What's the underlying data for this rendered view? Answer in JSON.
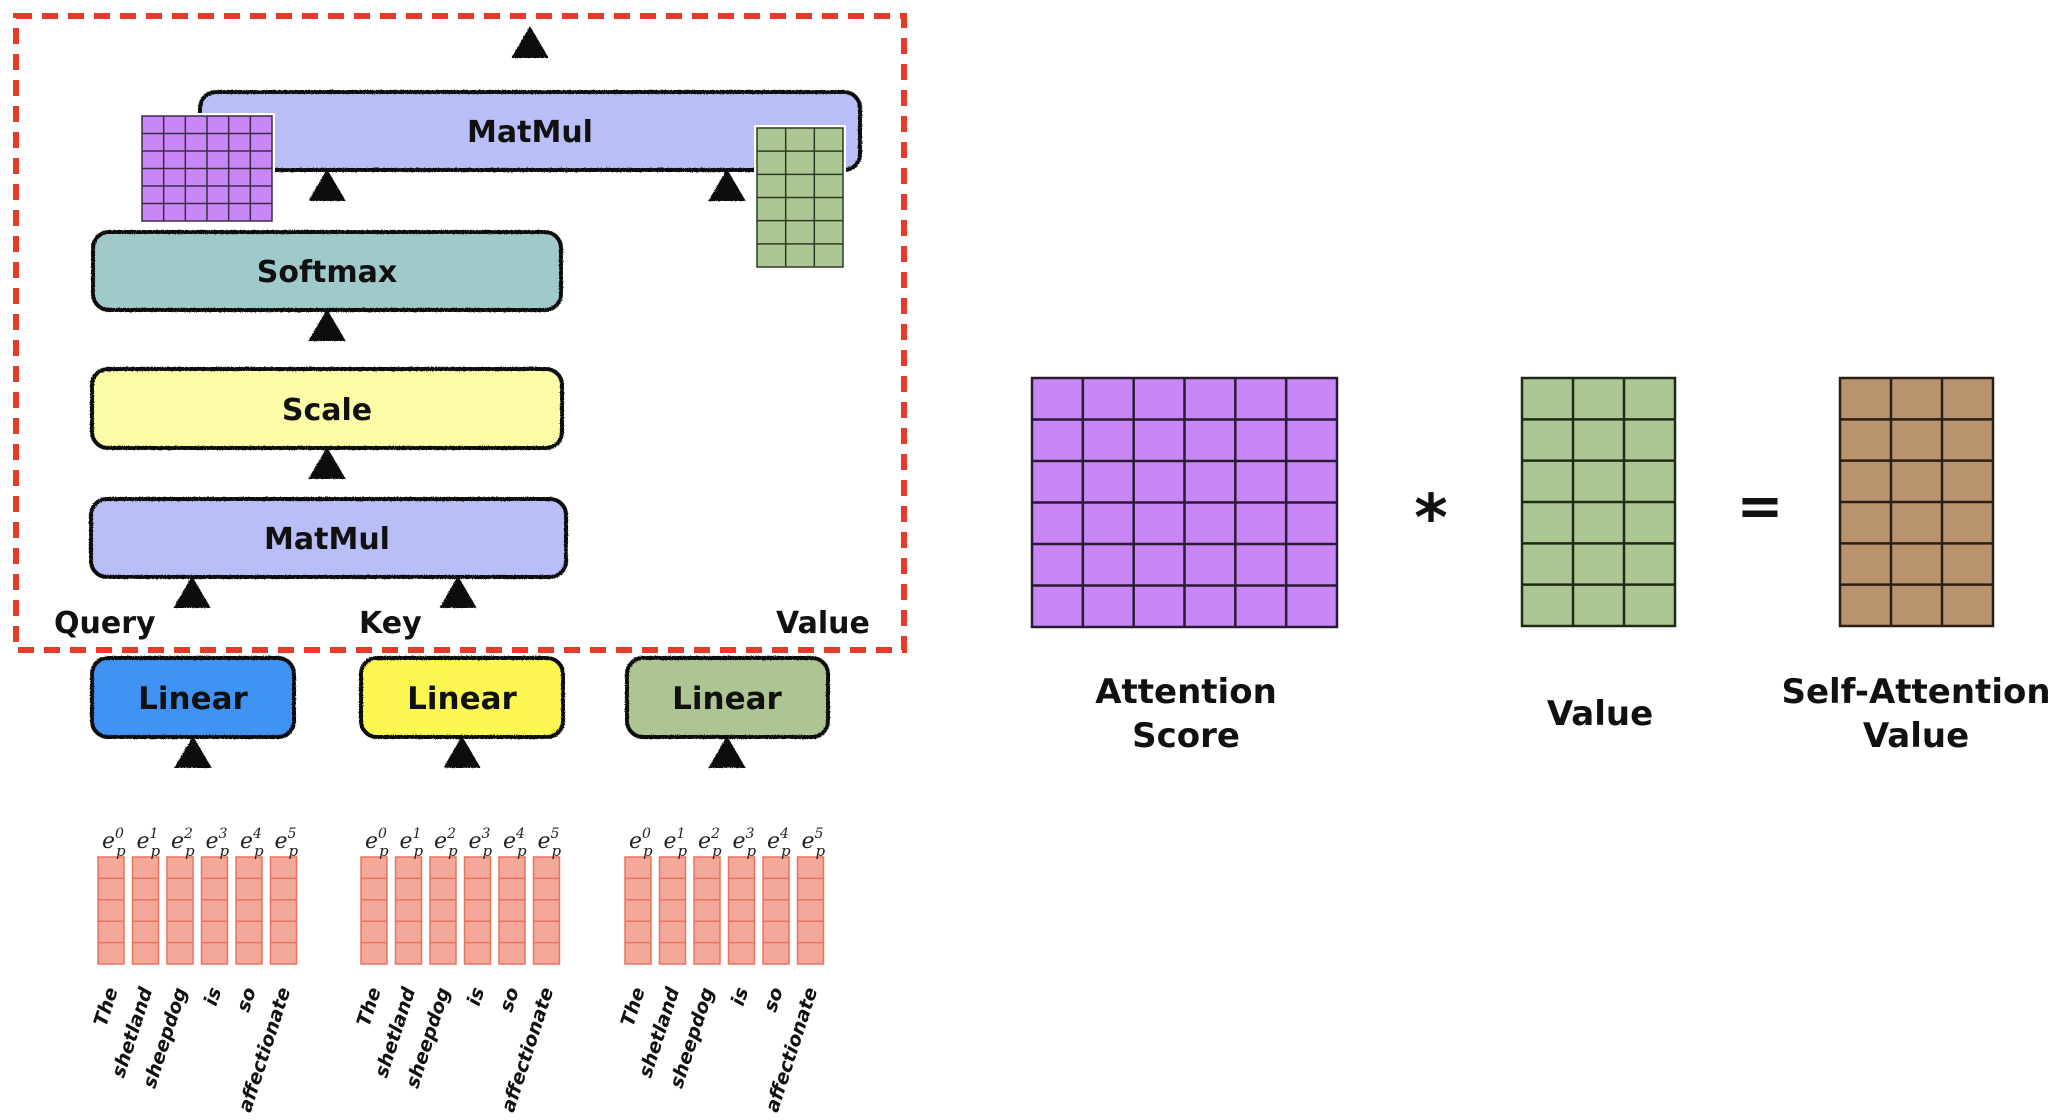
{
  "diagram": {
    "title": "Scaled Dot-Product Self-Attention",
    "colors": {
      "dashed_border": "#e53b2b",
      "matmul": "#b9bef6",
      "softmax": "#a0c9c9",
      "scale": "#fdfca6",
      "linear_query": "#3f93f2",
      "linear_key": "#fdf851",
      "linear_value": "#adc592",
      "attention_matrix": "#c987f5",
      "value_matrix": "#adc794",
      "output_matrix": "#b9936e",
      "embedding": "#f4a899",
      "embedding_line": "#e8735f"
    },
    "blocks": {
      "matmul_top": "MatMul",
      "softmax": "Softmax",
      "scale": "Scale",
      "matmul_bottom": "MatMul"
    },
    "inputs": [
      {
        "role": "Query",
        "linear_label": "Linear"
      },
      {
        "role": "Key",
        "linear_label": "Linear"
      },
      {
        "role": "Value",
        "linear_label": "Linear"
      }
    ],
    "embedding_symbols": [
      "e",
      "e",
      "e",
      "e",
      "e",
      "e"
    ],
    "embedding_subscript": "p",
    "embedding_superscripts": [
      "0",
      "1",
      "2",
      "3",
      "4",
      "5"
    ],
    "embedding_cells_per_token": 5,
    "tokens": [
      "The",
      "shetland",
      "sheepdog",
      "is",
      "so",
      "affectionate"
    ],
    "attention_matrix_small": {
      "rows": 6,
      "cols": 6
    },
    "value_matrix_small": {
      "rows": 6,
      "cols": 3
    }
  },
  "equation": {
    "operator_multiply": "*",
    "operator_equals": "=",
    "attention_score": {
      "rows": 6,
      "cols": 6,
      "label_line1": "Attention",
      "label_line2": "Score"
    },
    "value": {
      "rows": 6,
      "cols": 3,
      "label_line1": "Value"
    },
    "self_attention_value": {
      "rows": 6,
      "cols": 3,
      "label_line1": "Self-Attention",
      "label_line2": "Value"
    }
  }
}
